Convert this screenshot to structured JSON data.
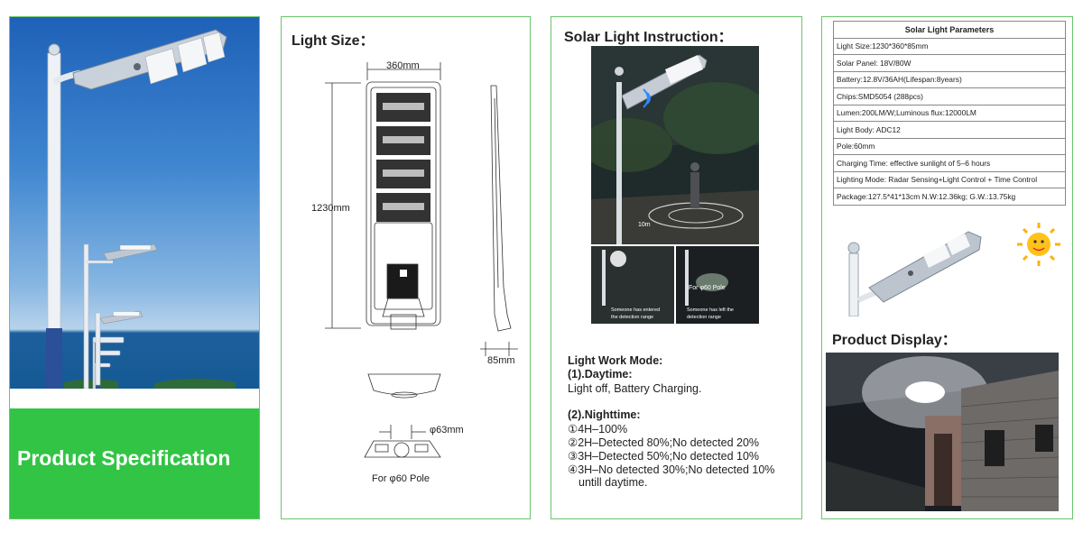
{
  "panel1": {
    "title": "Product Specification",
    "colors": {
      "green": "#32c445",
      "sky": "#2a72c4"
    }
  },
  "panel2": {
    "heading": "Light Size：",
    "width_label": "360mm",
    "length_label": "1230mm",
    "depth_label": "85mm",
    "sensor_label": "φ63mm",
    "pole_label": "For φ60 Pole"
  },
  "panel3": {
    "heading": "Solar Light Instruction：",
    "photo_distance": "10m",
    "photo_pole": "For φ60 Pole",
    "caption_left": [
      "Someone has entered",
      "the detection range"
    ],
    "caption_right": [
      "Someone has left the",
      "detection range"
    ],
    "mode_title": "Light Work Mode:",
    "daytime_title": "(1).Daytime:",
    "daytime_text": "Light off, Battery Charging.",
    "night_title": "(2).Nighttime:",
    "night_items": [
      "①4H–100%",
      "②2H–Detected 80%;No detected 20%",
      "③3H–Detected 50%;No detected 10%",
      "④3H–No detected 30%;No detected 10%",
      "untill daytime."
    ]
  },
  "panel4": {
    "table_title": "Solar Light Parameters",
    "rows": [
      "Light Size:1230*360*85mm",
      "Solar Panel: 18V/80W",
      "Battery:12.8V/36AH(Lifespan:8years)",
      "Chips:SMD5054 (288pcs)",
      "Lumen:200LM/W;Luminous flux:12000LM",
      "Light Body: ADC12",
      "Pole:60mm",
      "Charging Time: effective sunlight of 5–6 hours",
      "Lighting Mode: Radar Sensing+Light Control + Time Control",
      "Package:127.5*41*13cm  N.W:12.36kg; G.W.:13.75kg"
    ],
    "display_heading": "Product Display："
  }
}
